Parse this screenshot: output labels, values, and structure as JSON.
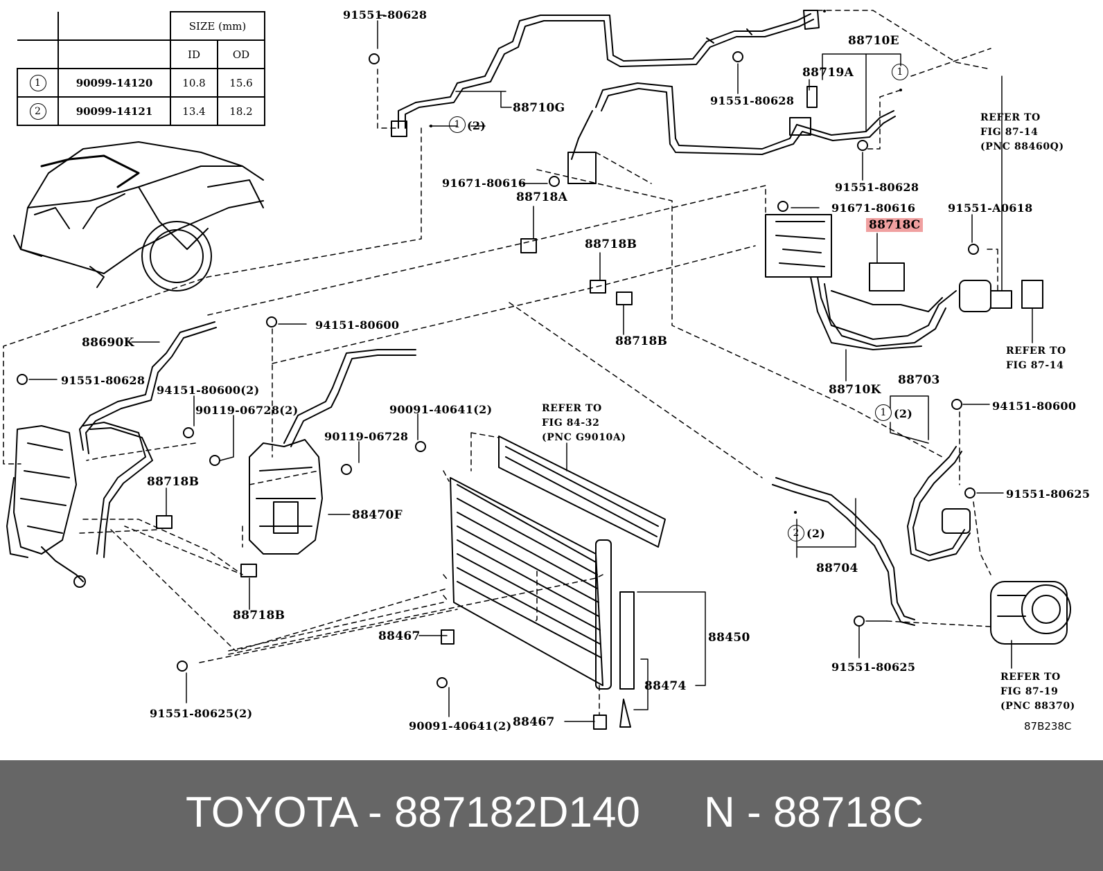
{
  "size_table": {
    "header": "SIZE (mm)",
    "col_id": "ID",
    "col_od": "OD",
    "rows": [
      {
        "mark": "1",
        "part": "90099-14120",
        "id": "10.8",
        "od": "15.6"
      },
      {
        "mark": "2",
        "part": "90099-14121",
        "id": "13.4",
        "od": "18.2"
      }
    ]
  },
  "labels": {
    "l01": "91551-80628",
    "l02": "88710G",
    "l03": "(2)",
    "l04": "91671-80616",
    "l05": "88718A",
    "l06": "88718B",
    "l07": "88718B",
    "l08": "88710E",
    "l09": "88719A",
    "l10": "91551-80628",
    "l11": "91551-80628",
    "l12": "91671-80616",
    "l13": "88718C",
    "l14": "91551-A0618",
    "l15": "88690K",
    "l16": "94151-80600",
    "l17": "91551-80628",
    "l18": "94151-80600(2)",
    "l19": "90119-06728(2)",
    "l20": "90119-06728",
    "l21": "90091-40641(2)",
    "l22": "88718B",
    "l23": "88470F",
    "l24": "88718B",
    "l25": "88710K",
    "l26": "88703",
    "l27": "(2)",
    "l28": "94151-80600",
    "l29": "91551-80625",
    "l30": "(2)",
    "l31": "88704",
    "l32": "91551-80625",
    "l33": "88467",
    "l34": "88450",
    "l35": "88474",
    "l36": "88467",
    "l37": "90091-40641(2)",
    "l38": "91551-80625(2)"
  },
  "circle_marks": {
    "c1": "1",
    "c2": "1",
    "c3": "1",
    "c4": "2"
  },
  "refer_notes": {
    "r1": "REFER TO\nFIG 87-14\n(PNC 88460Q)",
    "r2": "REFER TO\nFIG 87-14",
    "r3": "REFER TO\nFIG 84-32\n(PNC G9010A)",
    "r4": "REFER TO\nFIG 87-19\n(PNC 88370)"
  },
  "figure_id": "87B238C",
  "footer": {
    "left": "TOYOTA - 887182D140",
    "right": "N - 88718C"
  },
  "colors": {
    "highlight": "#f0a0a0",
    "footer_bg": "#666666",
    "footer_text": "#ffffff"
  }
}
